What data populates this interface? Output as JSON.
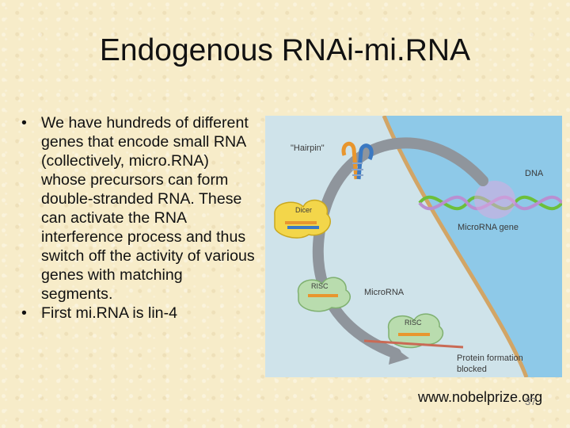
{
  "slide": {
    "title": "Endogenous RNAi-mi.RNA",
    "bullets": [
      {
        "marker": "•",
        "text": "We have hundreds of different genes that encode small RNA (collectively, micro.RNA) whose precursors can form double-stranded RNA. These can activate the RNA interference process and thus switch off the activity of various genes with matching segments."
      },
      {
        "marker": "•",
        "text": "First mi.RNA is lin-4"
      }
    ],
    "credit": "www.nobelprize.org",
    "slide_number": "37"
  },
  "figure": {
    "labels": {
      "hairpin": "\"Hairpin\"",
      "dna": "DNA",
      "microrna_gene": "MicroRNA gene",
      "dicer": "Dicer",
      "risc_1": "RISC",
      "microrna": "MicroRNA",
      "risc_2": "RISC",
      "protein_blocked_1": "Protein formation",
      "protein_blocked_2": "blocked"
    },
    "colors": {
      "cytoplasm": "#cfe3ea",
      "nucleus": "#8ec9e8",
      "arrow": "#8f959c",
      "dicer": "#f3d64a",
      "risc": "#b9dcae",
      "rna_orange": "#e8962e",
      "rna_blue": "#3b79c2",
      "dna_green": "#6cbf3a",
      "dna_purple": "#b98fd1"
    }
  }
}
